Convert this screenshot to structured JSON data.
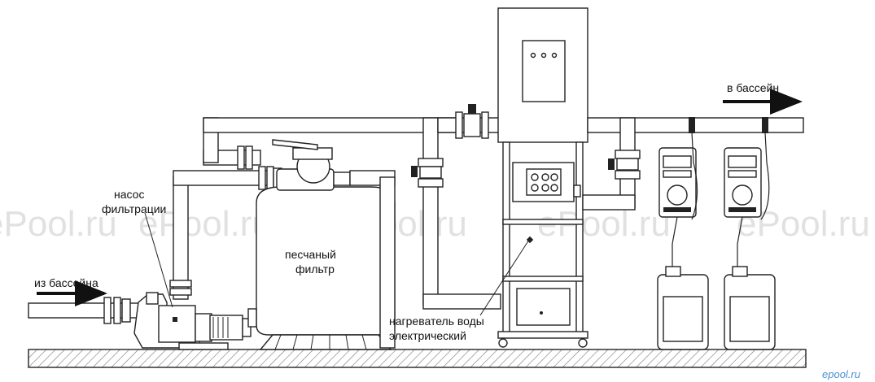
{
  "labels": {
    "from_pool": "из бассейна",
    "to_pool": "в бассейн",
    "pump_line1": "насос",
    "pump_line2": "фильтрации",
    "filter_line1": "песчаный",
    "filter_line2": "фильтр",
    "heater_line1": "нагреватель воды",
    "heater_line2": "электрический"
  },
  "watermark": {
    "main": "ePool.ru",
    "corner": "epool.ru"
  },
  "colors": {
    "line": "#222222",
    "watermark": "#c8c8c8",
    "corner_watermark": "#4a8fd0",
    "ground": "#b0b0b0"
  }
}
